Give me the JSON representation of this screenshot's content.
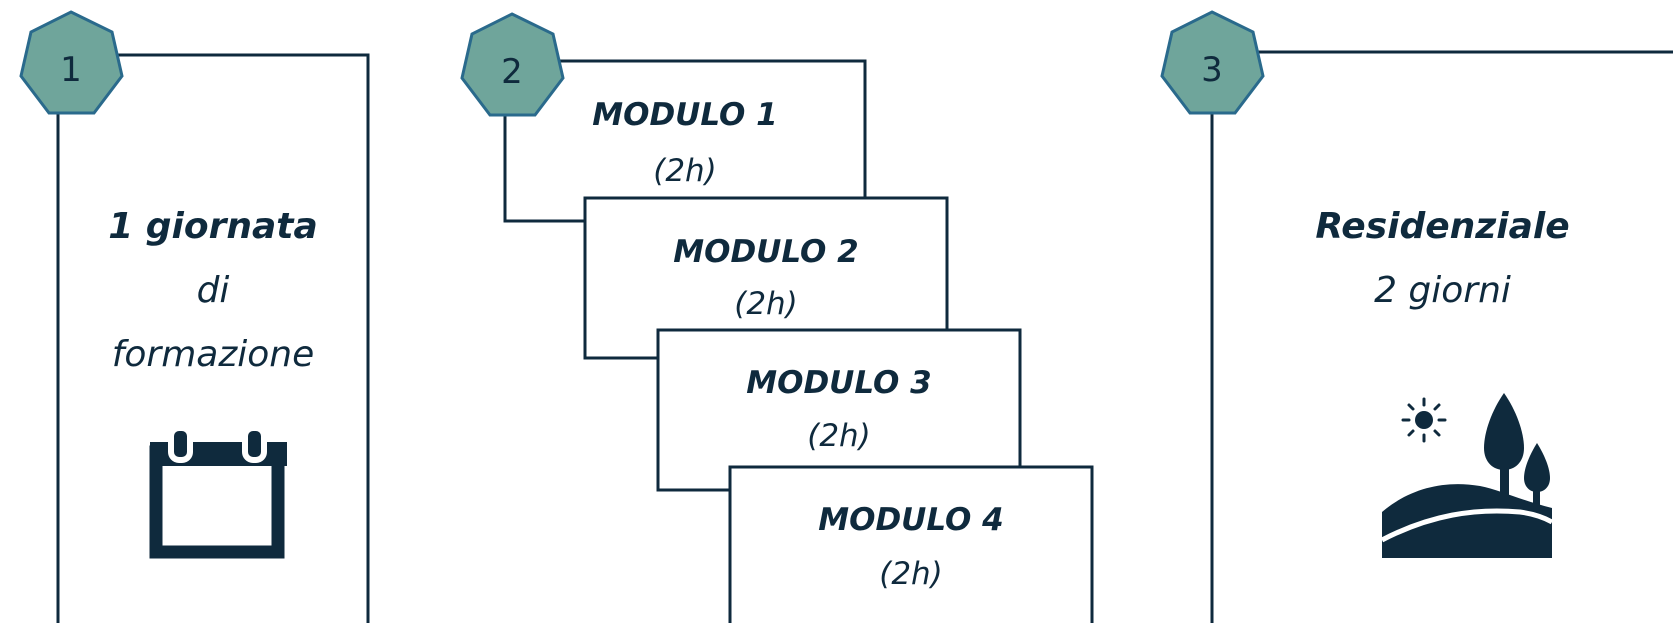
{
  "colors": {
    "line": "#0f2a3d",
    "badge_fill": "#6fa59b",
    "badge_stroke": "#2a6a8c"
  },
  "step1": {
    "number": "1",
    "title_bold": "1 giornata",
    "line2": "di",
    "line3": "formazione",
    "icon": "calendar-icon"
  },
  "step2": {
    "number": "2",
    "modules": [
      {
        "title": "MODULO 1",
        "duration": "(2h)"
      },
      {
        "title": "MODULO 2",
        "duration": "(2h)"
      },
      {
        "title": "MODULO 3",
        "duration": "(2h)"
      },
      {
        "title": "MODULO 4",
        "duration": "(2h)"
      }
    ]
  },
  "step3": {
    "number": "3",
    "title_bold": "Residenziale",
    "subtitle": "2 giorni",
    "icon": "landscape-icon"
  }
}
